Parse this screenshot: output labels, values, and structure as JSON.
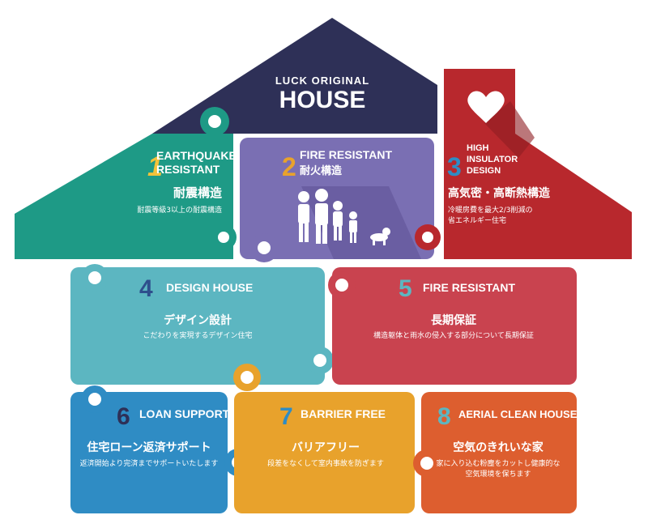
{
  "title": {
    "line1": "LUCK ORIGINAL",
    "line2": "HOUSE"
  },
  "colors": {
    "roof": "#2e3057",
    "teal": "#1e9a86",
    "purple": "#7a6fb3",
    "red": "#b8282d",
    "light_teal": "#5cb6c1",
    "rose": "#c9434f",
    "blue": "#2f8cc4",
    "orange": "#e8a22c",
    "orange_red": "#dd5e2f"
  },
  "pieces": [
    {
      "number": "1",
      "title_en_1": "EARTHQUAKE",
      "title_en_2": "RESISTANT",
      "title_jp": "耐震構造",
      "desc_1": "耐震等級3以上の耐震構造",
      "desc_2": ""
    },
    {
      "number": "2",
      "title_en_1": "FIRE RESISTANT",
      "title_en_2": "耐火構造",
      "title_jp": "",
      "desc_1": "",
      "desc_2": ""
    },
    {
      "number": "3",
      "title_en_1": "HIGH",
      "title_en_2": "INSULATOR",
      "title_en_3": "DESIGN",
      "title_jp": "高気密・高断熱構造",
      "desc_1": "冷暖房費を最大2/3削減の",
      "desc_2": "省エネルギー住宅"
    },
    {
      "number": "4",
      "title_en_1": "DESIGN HOUSE",
      "title_en_2": "",
      "title_jp": "デザイン設計",
      "desc_1": "こだわりを実現するデザイン住宅",
      "desc_2": ""
    },
    {
      "number": "5",
      "title_en_1": "FIRE RESISTANT",
      "title_en_2": "",
      "title_jp": "長期保証",
      "desc_1": "構造躯体と雨水の侵入する部分について長期保証",
      "desc_2": ""
    },
    {
      "number": "6",
      "title_en_1": "LOAN SUPPORT",
      "title_en_2": "",
      "title_jp": "住宅ローン返済サポート",
      "desc_1": "返済開始より完済までサポートいたします",
      "desc_2": ""
    },
    {
      "number": "7",
      "title_en_1": "BARRIER FREE",
      "title_en_2": "",
      "title_jp": "バリアフリー",
      "desc_1": "段差をなくして室内事故を防ぎます",
      "desc_2": ""
    },
    {
      "number": "8",
      "title_en_1": "AERIAL CLEAN HOUSE",
      "title_en_2": "",
      "title_jp": "空気のきれいな家",
      "desc_1": "家に入り込む粉塵をカットし健康的な",
      "desc_2": "空気環境を保ちます"
    }
  ]
}
